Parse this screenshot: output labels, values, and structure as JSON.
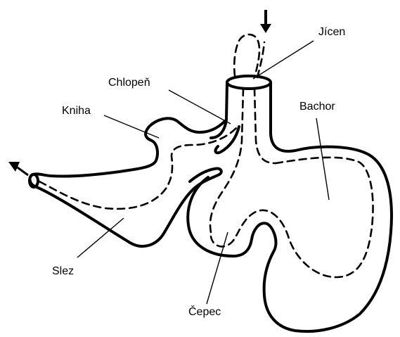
{
  "labels": {
    "jicen": "Jícen",
    "chlopen": "Chlopeň",
    "kniha": "Kniha",
    "bachor": "Bachor",
    "slez": "Slez",
    "cepec": "Čepec"
  },
  "colors": {
    "ink": "#000000",
    "background": "#ffffff"
  }
}
